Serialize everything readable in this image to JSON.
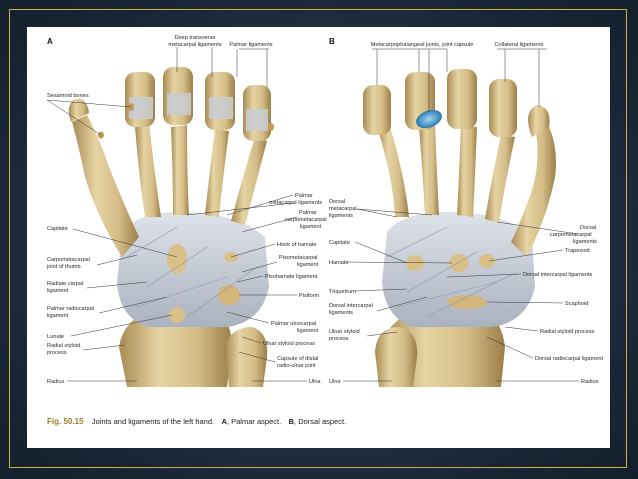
{
  "panels": {
    "a": {
      "letter": "A",
      "labels": {
        "deep_transverse": [
          "Deep transverse",
          "metacarpal ligaments"
        ],
        "palmar_ligaments": "Palmar ligaments",
        "sesamoid": "Sesamoid bones",
        "palmar_metacarpal": [
          "Palmar",
          "metacarpal ligaments"
        ],
        "palmar_cmc": [
          "Palmar",
          "carpometacarpal",
          "ligament"
        ],
        "capitate": "Capitate",
        "hook_hamate": "Hook of hamate",
        "cmc_thumb": [
          "Carpometacarpal",
          "joint of thumb"
        ],
        "pisometacarpal": [
          "Pisometacarpal",
          "ligament"
        ],
        "pisohamate": "Pisohamate ligament",
        "radiate_carpal": [
          "Radiate carpal",
          "ligament"
        ],
        "pisiform": "Pisiform",
        "palmar_radiocarpal": [
          "Palmar radiocarpal",
          "ligament"
        ],
        "palmar_ulnocarpal": [
          "Palmar ulnocarpal",
          "ligament"
        ],
        "lunate": "Lunate",
        "ulnar_styloid": "Ulnar styloid process",
        "radial_styloid": [
          "Radial styloid",
          "process"
        ],
        "capsule_distal": [
          "Capsule of distal",
          "radio-ulnar joint"
        ],
        "radius": "Radius",
        "ulna": "Ulna"
      }
    },
    "b": {
      "letter": "B",
      "labels": {
        "mcp_joints": "Metacarpophalangeal joints, joint capsule",
        "collateral": "Collateral ligaments",
        "dorsal_metacarpal": [
          "Dorsal",
          "metacarpal",
          "ligaments"
        ],
        "dorsal_cmc": [
          "Dorsal",
          "carpometacarpal",
          "ligaments"
        ],
        "capitate": "Capitate",
        "trapezoid": "Trapezoid",
        "hamate": "Hamate",
        "dorsal_intercarpal_r": "Dorsal intercarpal ligaments",
        "triquetrum": "Triquetrum",
        "scaphoid": "Scaphoid",
        "dorsal_intercarpal_l": [
          "Dorsal intercarpal",
          "ligaments"
        ],
        "radial_styloid": "Radial styloid process",
        "ulnar_styloid": [
          "Ulnar styloid",
          "process"
        ],
        "dorsal_radiocarpal": "Dorsal radiocarpal ligament",
        "ulna": "Ulna",
        "radius": "Radius"
      }
    }
  },
  "caption": {
    "fig": "Fig. 50.15",
    "text": "Joints and ligaments of the left hand.",
    "a_letter": "A",
    "a_text": ", Palmar aspect.",
    "b_letter": "B",
    "b_text": ", Dorsal aspect."
  },
  "colors": {
    "bone": "#d8c08a",
    "bone_shade": "#b89a5e",
    "ligament": "#c9ced6",
    "capsule": "#5aa9d8",
    "background": "#1c2a3a",
    "frame": "#c9b24a"
  }
}
